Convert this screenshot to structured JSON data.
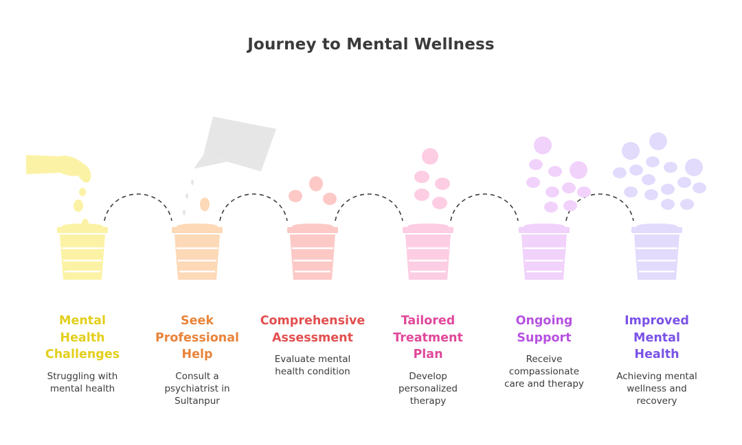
{
  "title": "Journey to Mental Wellness",
  "steps": [
    {
      "title_lines": [
        "Mental",
        "Health",
        "Challenges"
      ],
      "desc_lines": [
        "Struggling with",
        "mental health"
      ],
      "color": "#e3cf1c",
      "pot_color": "#fcf2a6"
    },
    {
      "title_lines": [
        "Seek",
        "Professional",
        "Help"
      ],
      "desc_lines": [
        "Consult a",
        "psychiatrist in",
        "Sultanpur"
      ],
      "color": "#e8843a",
      "pot_color": "#fdd9b8"
    },
    {
      "title_lines": [
        "Comprehensive",
        "Assessment"
      ],
      "desc_lines": [
        "Evaluate mental",
        "health condition"
      ],
      "color": "#e24f4f",
      "pot_color": "#fcc9c6"
    },
    {
      "title_lines": [
        "Tailored",
        "Treatment",
        "Plan"
      ],
      "desc_lines": [
        "Develop",
        "personalized",
        "therapy"
      ],
      "color": "#e0489a",
      "pot_color": "#fccde3"
    },
    {
      "title_lines": [
        "Ongoing",
        "Support"
      ],
      "desc_lines": [
        "Receive",
        "compassionate",
        "care and therapy"
      ],
      "color": "#b752e0",
      "pot_color": "#f1d2fb"
    },
    {
      "title_lines": [
        "Improved",
        "Mental",
        "Health"
      ],
      "desc_lines": [
        "Achieving mental",
        "wellness and",
        "recovery"
      ],
      "color": "#7a52e6",
      "pot_color": "#e2dbfc"
    }
  ]
}
